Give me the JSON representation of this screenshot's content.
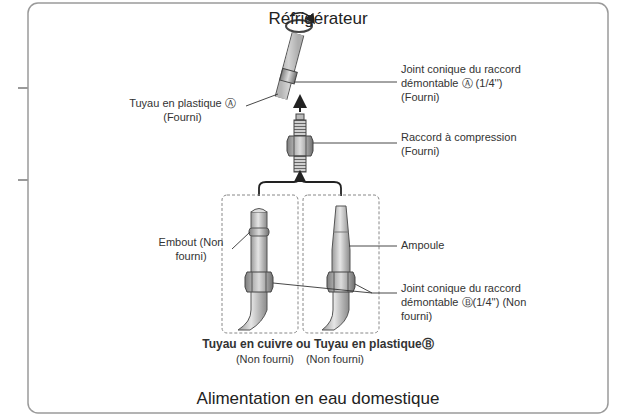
{
  "diagram": {
    "labels": [
      "Réfrigérateur",
      "Tuyau en plastique Ⓐ (Fourni)",
      "Joint conique du raccord démontable Ⓐ (1/4'') (Fourni)",
      "Raccord à compression (Fourni)",
      "Embout (Non fourni)",
      "Ampoule",
      "Joint conique du raccord démontable Ⓑ(1/4'') (Non fourni)",
      "Tuyau en cuivre ou Tuyau en plastiqueⒷ",
      "(Non fourni)",
      "(Non fourni)",
      "Alimentation en eau domestique"
    ]
  }
}
